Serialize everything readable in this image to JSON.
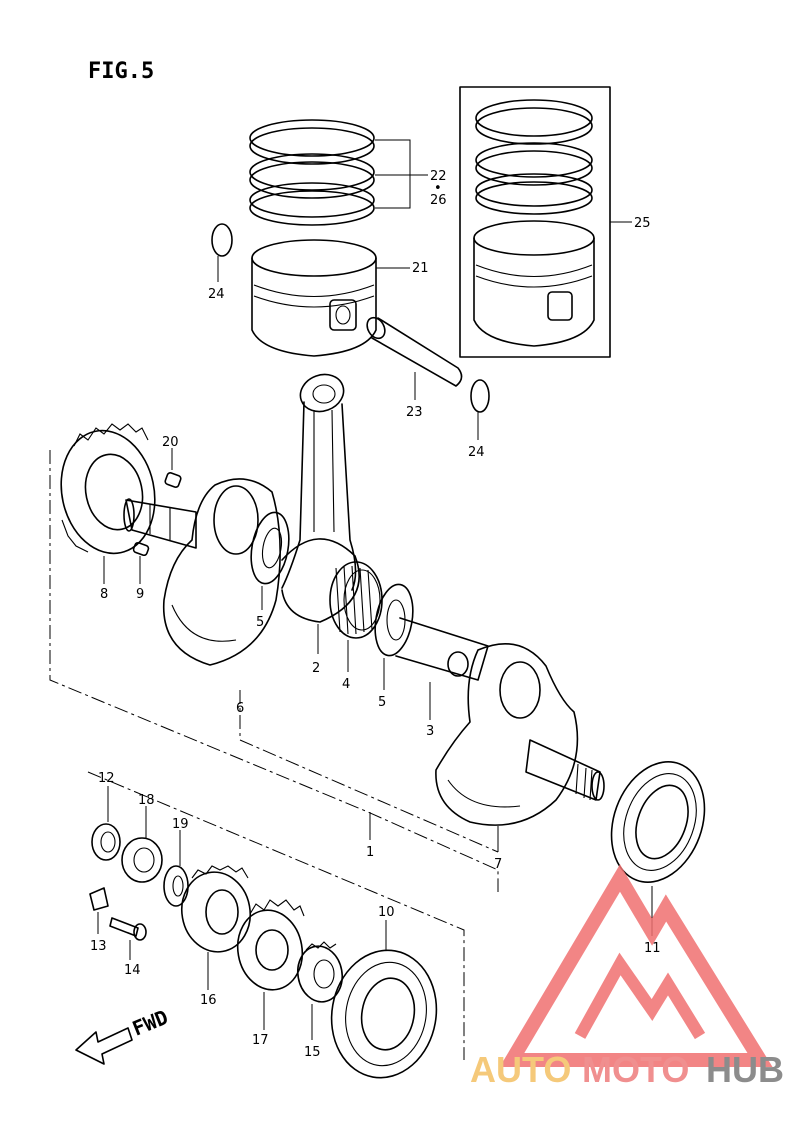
{
  "figure": {
    "title": "FIG.5",
    "direction_label": "FWD"
  },
  "callouts": {
    "c1": "1",
    "c2": "2",
    "c3": "3",
    "c4": "4",
    "c5a": "5",
    "c5b": "5",
    "c6": "6",
    "c7": "7",
    "c8": "8",
    "c9": "9",
    "c10": "10",
    "c11": "11",
    "c12": "12",
    "c13": "13",
    "c14": "14",
    "c15": "15",
    "c16": "16",
    "c17": "17",
    "c18": "18",
    "c19": "19",
    "c20": "20",
    "c21": "21",
    "c22": "22",
    "c22b": "•",
    "c26": "26",
    "c23": "23",
    "c24a": "24",
    "c24b": "24",
    "c25": "25"
  },
  "watermark": {
    "word1": "AUTO",
    "word2": "MOTO",
    "word3": "HUB",
    "color1": "#f5c97a",
    "color2": "#f08f8f",
    "color3": "#8c8c8c",
    "logo_color": "#f07070"
  }
}
